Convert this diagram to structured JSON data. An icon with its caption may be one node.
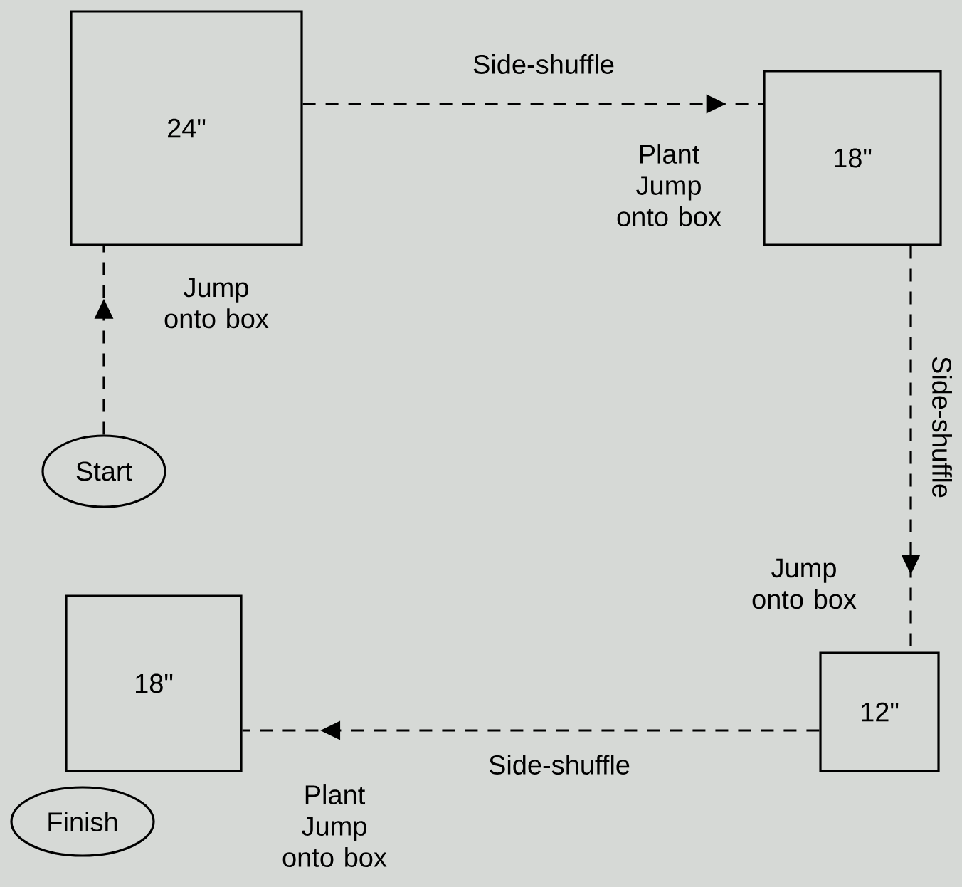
{
  "diagram": {
    "nodes": [
      {
        "text": [
          "Start"
        ]
      },
      {
        "text": [
          "24\""
        ]
      },
      {
        "text": [
          "18\""
        ],
        "beside": [
          "Plant Jump onto box"
        ]
      },
      {
        "text": [
          "12\""
        ],
        "beside": [
          "Jump onto box"
        ]
      },
      {
        "text": [
          "18\""
        ],
        "beside": [
          "Plant Jump onto box"
        ]
      },
      {
        "text": [
          "Finish"
        ]
      }
    ],
    "edges": [
      {
        "from": 0,
        "to": 1,
        "arrow": "to",
        "style": "dashed",
        "label": "Jump onto box"
      },
      {
        "from": 1,
        "to": 2,
        "arrow": "to",
        "style": "dashed",
        "label": "Side-shuffle"
      },
      {
        "from": 2,
        "to": 3,
        "arrow": "to",
        "style": "dashed",
        "label": "Side-shuffle"
      },
      {
        "from": 3,
        "to": 4,
        "arrow": "to",
        "style": "dashed",
        "label": "Side-shuffle"
      }
    ]
  }
}
